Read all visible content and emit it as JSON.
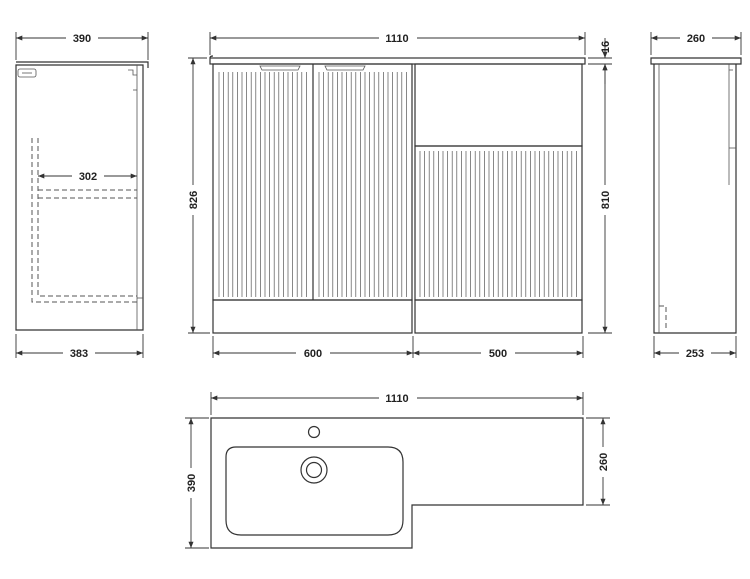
{
  "dimensions": {
    "left_top_width": "390",
    "left_inner_width": "302",
    "left_bottom_width": "383",
    "front_width": "1110",
    "front_top_thickness": "16",
    "front_left_height": "826",
    "front_right_height": "810",
    "front_left_unit_width": "600",
    "front_right_unit_width": "500",
    "right_top_width": "260",
    "right_bottom_width": "253",
    "plan_width": "1110",
    "plan_depth": "390",
    "plan_return_depth": "260"
  },
  "colors": {
    "line": "#333333",
    "background": "#ffffff"
  }
}
